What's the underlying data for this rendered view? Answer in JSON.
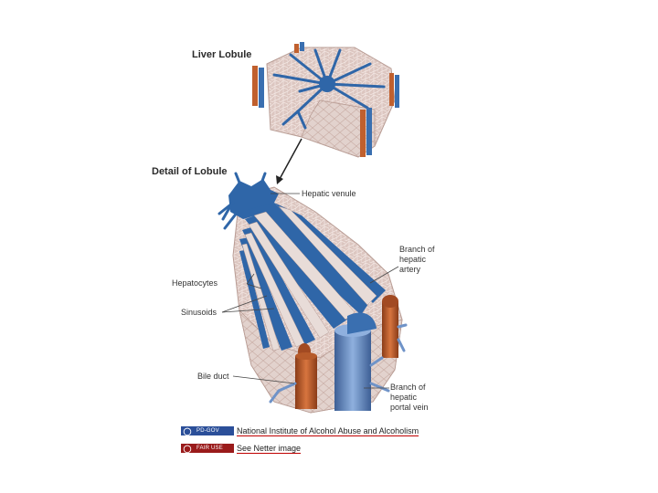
{
  "headings": {
    "lobule": "Liver Lobule",
    "detail": "Detail of Lobule"
  },
  "labels": {
    "hepatic_venule": "Hepatic venule",
    "hepatic_artery": [
      "Branch of",
      "hepatic",
      "artery"
    ],
    "hepatocytes": "Hepatocytes",
    "sinusoids": "Sinusoids",
    "bile_duct": "Bile duct",
    "portal_vein": [
      "Branch of",
      "hepatic",
      "portal vein"
    ]
  },
  "footer": {
    "credit_badge": "PD-GOV",
    "credit_text": "National Institute of Alcohol Abuse and Alcoholism",
    "fair_badge": "FAIR USE",
    "fair_text": "See Netter image"
  },
  "colors": {
    "vein": "#2f66a8",
    "tissue": "#dcc4bc",
    "artery": "#c0602e",
    "portal": "#6f93c8",
    "badge_blue": "#2b4f99",
    "badge_red": "#9a1b1b"
  }
}
